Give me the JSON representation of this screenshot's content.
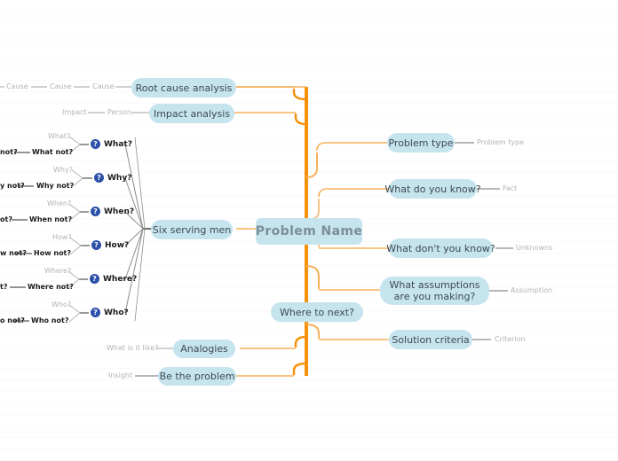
{
  "theme": {
    "trunk_color": "#f5900b",
    "branch_color": "#f7b05b",
    "node_fill": "#c6e4ee",
    "node_text": "#3d4a52",
    "center_text": "#7b8e99",
    "label_gray": "#b3b3b3",
    "label_dark": "#1a1a1a",
    "qmark_fill": "#2b4fa8",
    "background": "#ffffff"
  },
  "center": {
    "label": "Problem Name"
  },
  "trunk_nodes": [
    {
      "label": "Where to next?"
    }
  ],
  "right_branches": [
    {
      "label": "Problem type",
      "tail": "Problem type"
    },
    {
      "label": "What do you know?",
      "tail": "Fact"
    },
    {
      "label": "What don't you know?",
      "tail": "Unknowns"
    },
    {
      "label": "What assumptions\nare you making?",
      "tail": "Assumption"
    },
    {
      "label": "Solution criteria",
      "tail": "Criterion"
    }
  ],
  "left_branches": [
    {
      "label": "Root cause analysis",
      "tails": [
        "Cause",
        "Cause",
        "Cause"
      ]
    },
    {
      "label": "Impact analysis",
      "tails": [
        "Impact",
        "Person"
      ]
    },
    {
      "label": "Six serving men",
      "tails": []
    },
    {
      "label": "Analogies",
      "tails": [
        "What is it like?"
      ]
    },
    {
      "label": "Be the problem",
      "tails": [
        "Insight"
      ]
    }
  ],
  "six_serving_men": [
    {
      "question": "What?",
      "upper": "What?",
      "lower": "What not?",
      "tail": "not?"
    },
    {
      "question": "Why?",
      "upper": "Why?",
      "lower": "Why not?",
      "tail": "y not?"
    },
    {
      "question": "When?",
      "upper": "When?",
      "lower": "When not?",
      "tail": "ot?"
    },
    {
      "question": "How?",
      "upper": "How?",
      "lower": "How not?",
      "tail": "w not?"
    },
    {
      "question": "Where?",
      "upper": "Where?",
      "lower": "Where not?",
      "tail": "t?"
    },
    {
      "question": "Who?",
      "upper": "Who?",
      "lower": "Who not?",
      "tail": "o not?"
    }
  ],
  "icons": {
    "question": "?"
  }
}
